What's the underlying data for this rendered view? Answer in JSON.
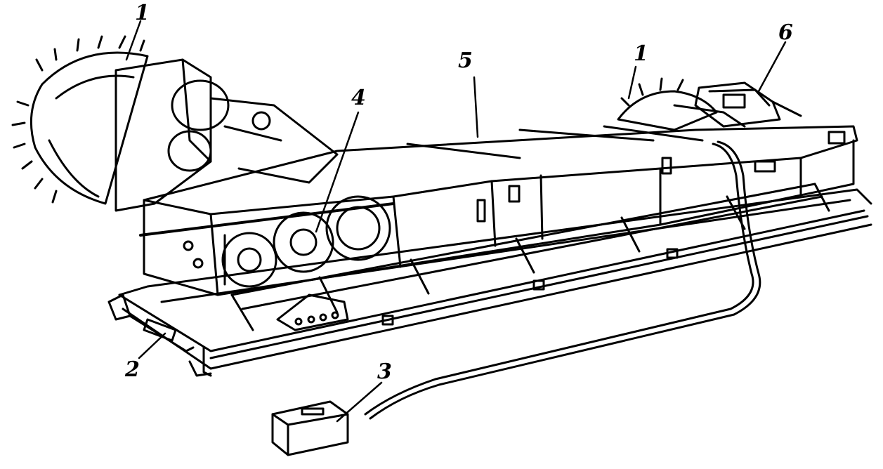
{
  "labels": {
    "cutter_left": "1",
    "rail_track": "2",
    "control_box": "3",
    "gear_drive": "4",
    "body_housing": "5",
    "loader": "6",
    "cutter_right": "1"
  },
  "colors": {
    "ink": "#000000",
    "paper": "#ffffff"
  }
}
